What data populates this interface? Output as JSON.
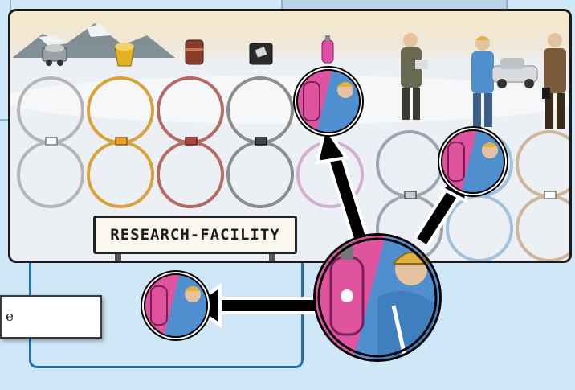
{
  "board": {
    "location_sign": "RESEARCH-FACILITY",
    "resources": [
      {
        "name": "ore-cart",
        "color": "#9aa0a3"
      },
      {
        "name": "gold-bucket",
        "color": "#e2b221"
      },
      {
        "name": "oil-barrel",
        "color": "#8a3b2a"
      },
      {
        "name": "coal-crate",
        "color": "#2a2a2a"
      },
      {
        "name": "gas-cylinder",
        "color": "#e050a8"
      }
    ],
    "ring_colors": [
      "#b5b5b5",
      "#d9a13a",
      "#b46a62",
      "#8d8d8d",
      "#c9a0c8"
    ],
    "right_ring_colors": [
      "#9aa7b0",
      "#9fc2de",
      "#cdb79a"
    ]
  },
  "tokens": {
    "gas_color": "#e0539f",
    "worker_color": "#4f8fcf"
  },
  "note": {
    "text": "e"
  },
  "colors": {
    "background": "#cfe7f6",
    "panel_border": "#1c72b1",
    "arrow": "#000000"
  }
}
